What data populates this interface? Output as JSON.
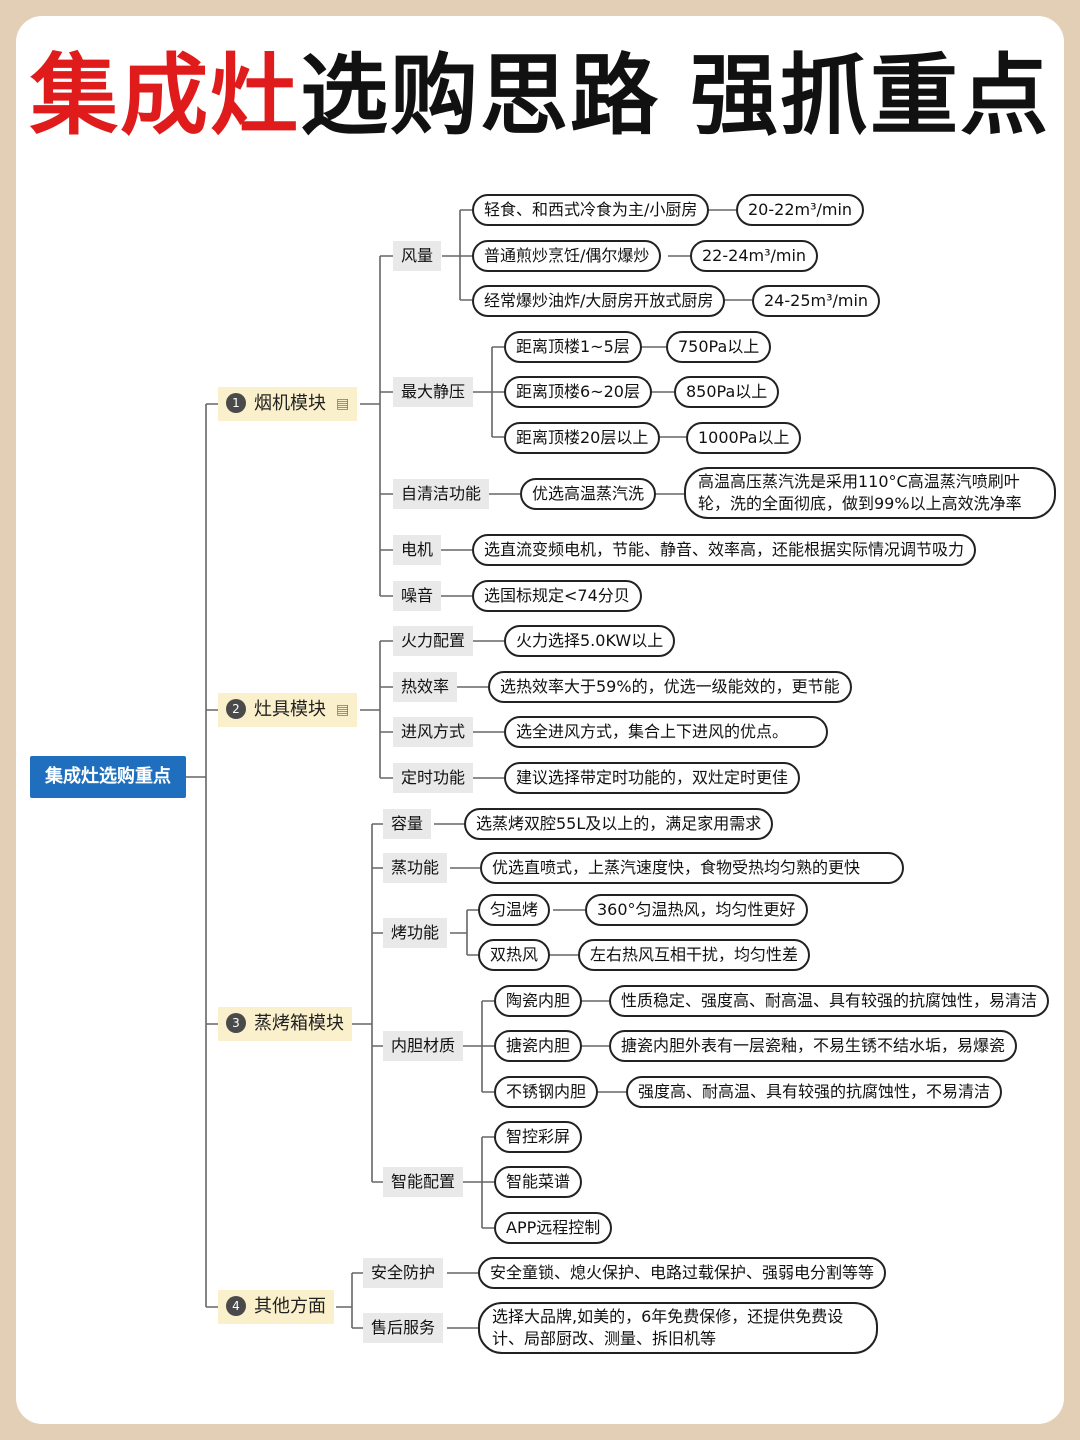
{
  "title": {
    "part_red": "集成灶",
    "part_black_1": "选购思路",
    "part_black_2": "强抓重点"
  },
  "root": {
    "label": "集成灶选购重点"
  },
  "modules": [
    {
      "num": "1",
      "label": "烟机模块",
      "note_icon": "note-icon",
      "groups": [
        {
          "label": "风量",
          "items": [
            {
              "text": "轻食、和西式冷食为主/小厨房",
              "value": "20-22m³/min"
            },
            {
              "text": "普通煎炒烹饪/偶尔爆炒",
              "value": "22-24m³/min"
            },
            {
              "text": "经常爆炒油炸/大厨房开放式厨房",
              "value": "24-25m³/min"
            }
          ]
        },
        {
          "label": "最大静压",
          "items": [
            {
              "text": "距离顶楼1~5层",
              "value": "750Pa以上"
            },
            {
              "text": "距离顶楼6~20层",
              "value": "850Pa以上"
            },
            {
              "text": "距离顶楼20层以上",
              "value": "1000Pa以上"
            }
          ]
        },
        {
          "label": "自清洁功能",
          "text": "优选高温蒸汽洗",
          "value": "高温高压蒸汽洗是采用110°C高温蒸汽喷刷叶轮，洗的全面彻底，做到99%以上高效洗净率"
        },
        {
          "label": "电机",
          "text": "选直流变频电机，节能、静音、效率高，还能根据实际情况调节吸力"
        },
        {
          "label": "噪音",
          "text": "选国标规定<74分贝"
        }
      ]
    },
    {
      "num": "2",
      "label": "灶具模块",
      "note_icon": "note-icon",
      "groups": [
        {
          "label": "火力配置",
          "text": "火力选择5.0KW以上"
        },
        {
          "label": "热效率",
          "text": "选热效率大于59%的，优选一级能效的，更节能"
        },
        {
          "label": "进风方式",
          "text": "选全进风方式，集合上下进风的优点。"
        },
        {
          "label": "定时功能",
          "text": "建议选择带定时功能的，双灶定时更佳"
        }
      ]
    },
    {
      "num": "3",
      "label": "蒸烤箱模块",
      "groups": [
        {
          "label": "容量",
          "text": "选蒸烤双腔55L及以上的，满足家用需求"
        },
        {
          "label": "蒸功能",
          "text": "优选直喷式，上蒸汽速度快，食物受热均匀熟的更快"
        },
        {
          "label": "烤功能",
          "items": [
            {
              "text": "匀温烤",
              "value": "360°匀温热风，均匀性更好"
            },
            {
              "text": "双热风",
              "value": "左右热风互相干扰，均匀性差"
            }
          ]
        },
        {
          "label": "内胆材质",
          "items": [
            {
              "text": "陶瓷内胆",
              "value": "性质稳定、强度高、耐高温、具有较强的抗腐蚀性，易清洁"
            },
            {
              "text": "搪瓷内胆",
              "value": "搪瓷内胆外表有一层瓷釉，不易生锈不结水垢，易爆瓷"
            },
            {
              "text": "不锈钢内胆",
              "value": "强度高、耐高温、具有较强的抗腐蚀性，不易清洁"
            }
          ]
        },
        {
          "label": "智能配置",
          "items": [
            {
              "text": "智控彩屏"
            },
            {
              "text": "智能菜谱"
            },
            {
              "text": "APP远程控制"
            }
          ]
        }
      ]
    },
    {
      "num": "4",
      "label": "其他方面",
      "groups": [
        {
          "label": "安全防护",
          "text": "安全童锁、熄火保护、电路过载保护、强弱电分割等等"
        },
        {
          "label": "售后服务",
          "text": "选择大品牌,如美的，6年免费保修，还提供免费设计、局部厨改、测量、拆旧机等"
        }
      ]
    }
  ],
  "colors": {
    "title_red": "#e01b1b",
    "root_blue": "#1f6fbe",
    "module_bg": "#fbf0cc",
    "label_bg": "#e9e9e9",
    "page_bg": "#e3cfb6"
  }
}
